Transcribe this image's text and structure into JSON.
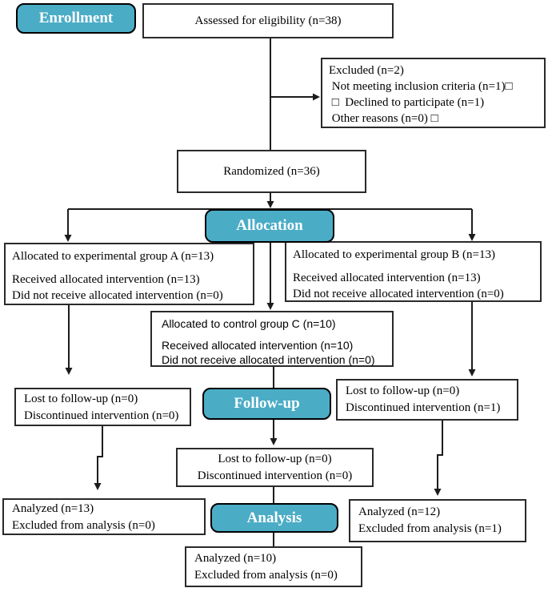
{
  "colors": {
    "stage_fill": "#4bacc6",
    "stage_text": "#ffffff",
    "box_fill": "#ffffff",
    "box_border": "#2a2a2a",
    "arrow_color": "#1c1c1c"
  },
  "stages": {
    "enrollment": "Enrollment",
    "allocation": "Allocation",
    "followup": "Follow-up",
    "analysis": "Analysis"
  },
  "boxes": {
    "assessed": {
      "lines": [
        "Assessed for eligibility (n=38)"
      ]
    },
    "excluded": {
      "lines": [
        "Excluded (n=2)",
        " Not meeting inclusion criteria (n=1)□",
        " □  Declined to participate (n=1)",
        " Other reasons (n=0) □"
      ]
    },
    "randomized": {
      "lines": [
        "Randomized (n=36)"
      ]
    },
    "group_a": {
      "lines": [
        "Allocated to experimental group A (n=13)",
        "Received allocated intervention (n=13)",
        "Did not receive allocated intervention (n=0)"
      ]
    },
    "group_b": {
      "lines": [
        "Allocated to experimental group B (n=13)",
        "Received allocated intervention (n=13)",
        "Did not receive allocated intervention (n=0)"
      ]
    },
    "control_c": {
      "lines": [
        "Allocated to control group C (n=10)",
        "Received allocated intervention (n=10)",
        "Did not receive allocated intervention (n=0)"
      ]
    },
    "lost_left": {
      "lines": [
        "Lost to follow-up (n=0)",
        "Discontinued intervention (n=0)"
      ]
    },
    "lost_right": {
      "lines": [
        "Lost to follow-up (n=0)",
        "Discontinued intervention (n=1)"
      ]
    },
    "lost_mid": {
      "lines": [
        "Lost to follow-up (n=0)",
        "Discontinued intervention (n=0)"
      ]
    },
    "analyzed_left": {
      "lines": [
        "Analyzed (n=13)",
        "Excluded from analysis (n=0)"
      ]
    },
    "analyzed_right": {
      "lines": [
        "Analyzed (n=12)",
        "Excluded from analysis (n=1)"
      ]
    },
    "analyzed_mid": {
      "lines": [
        "Analyzed (n=10)",
        "Excluded from analysis (n=0)"
      ]
    }
  }
}
